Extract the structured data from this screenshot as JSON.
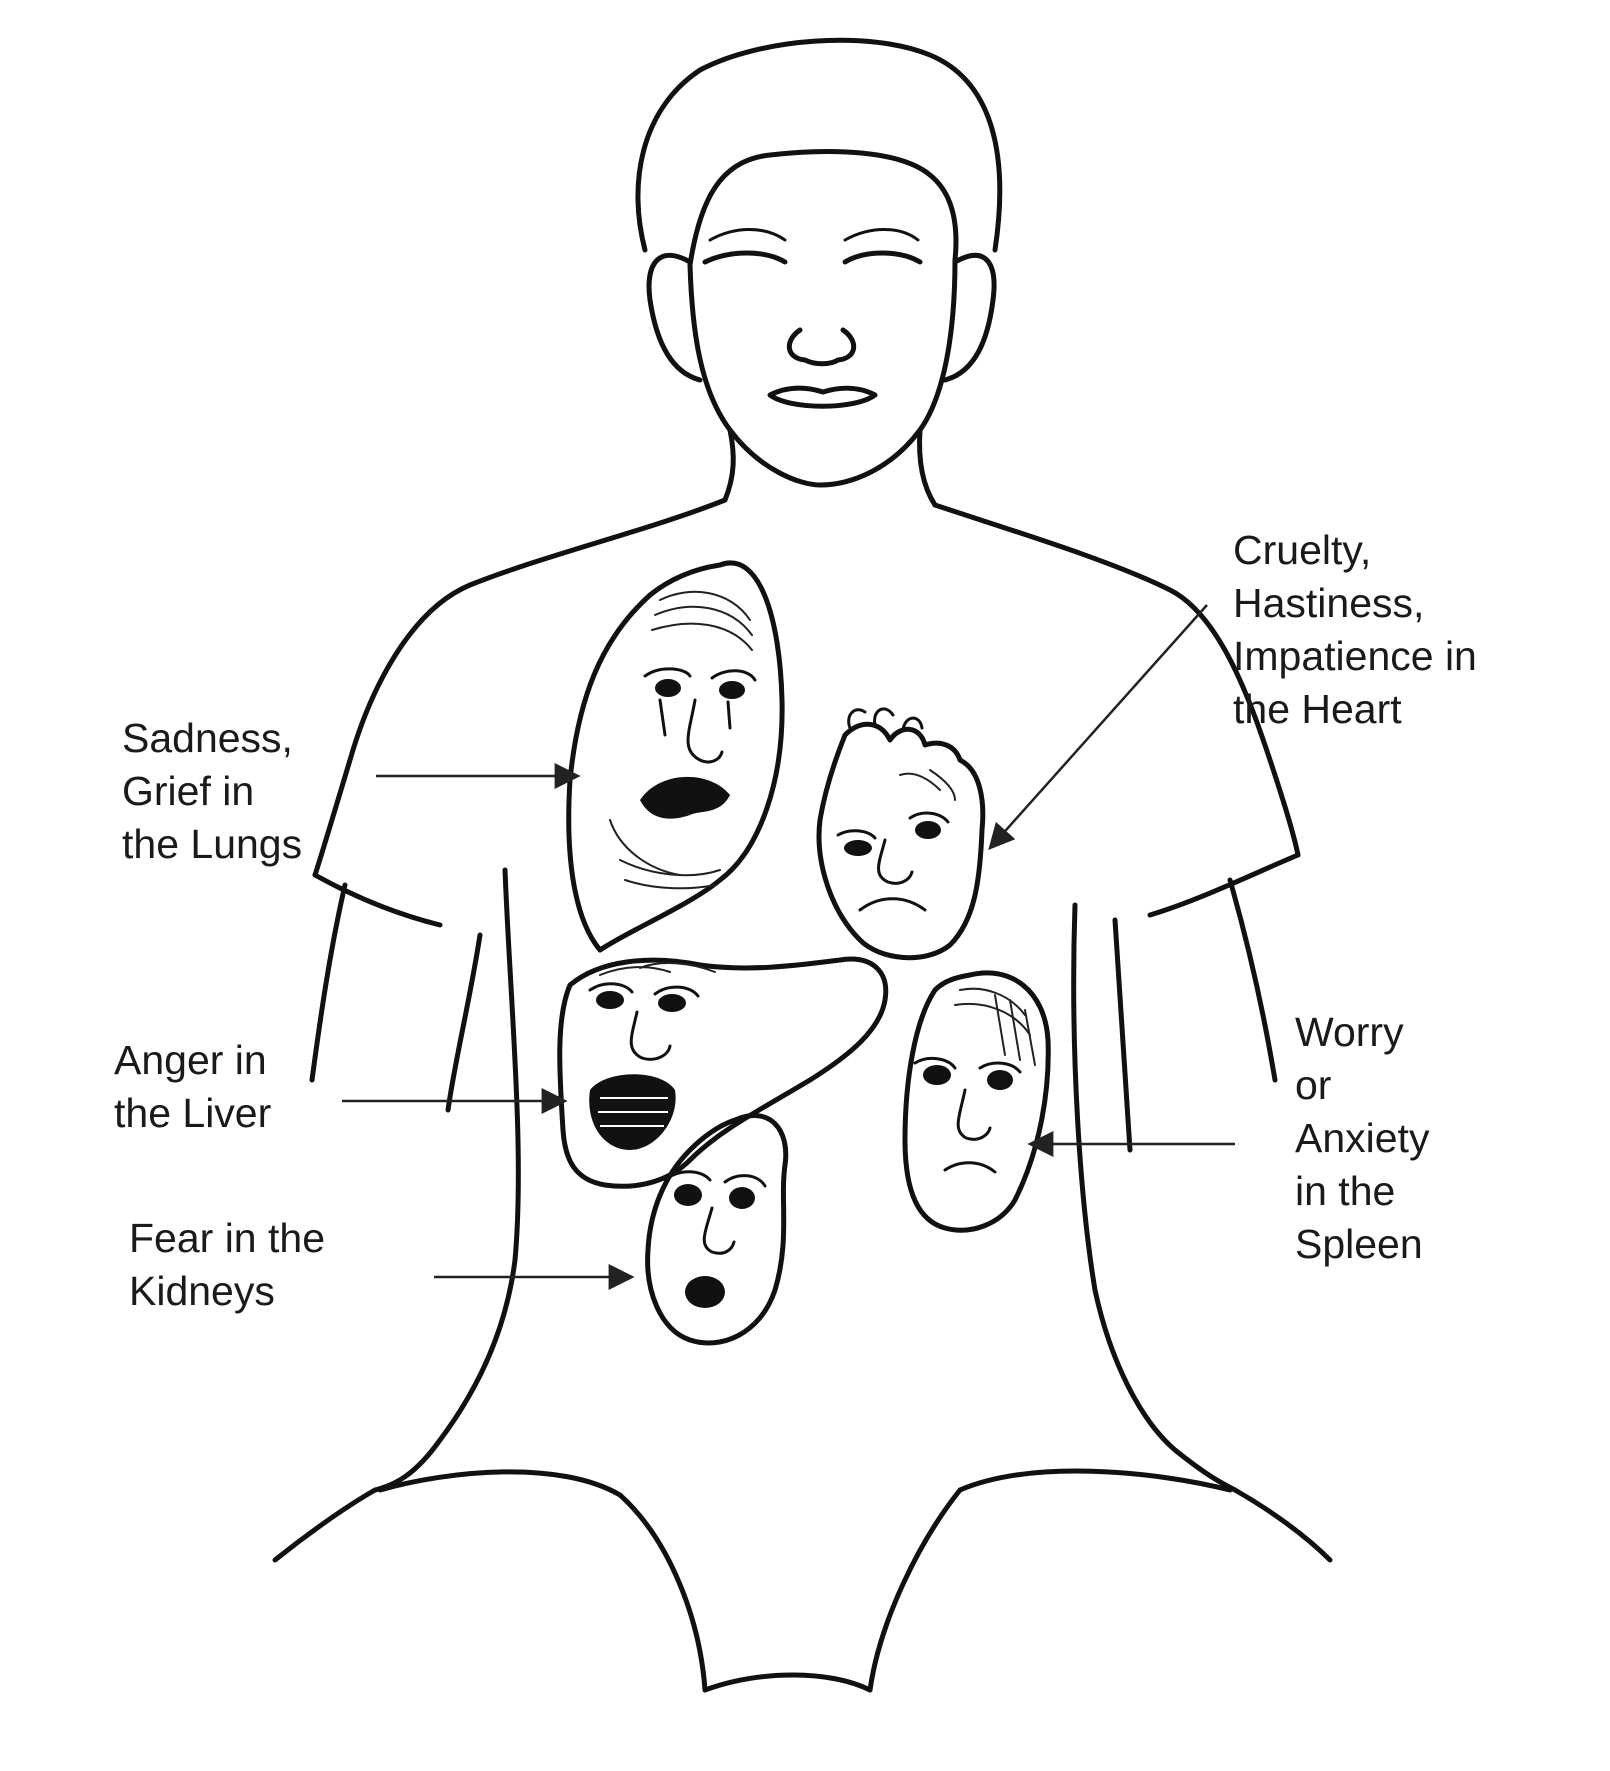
{
  "labels": {
    "lungs": [
      "Sadness,",
      "Grief in",
      "the Lungs"
    ],
    "heart": [
      "Cruelty,",
      "Hastiness,",
      "Impatience in",
      "the Heart"
    ],
    "liver": [
      "Anger in",
      "the Liver"
    ],
    "spleen": [
      "Worry",
      "or",
      "Anxiety",
      "in the",
      "Spleen"
    ],
    "kidneys": [
      "Fear in the",
      "Kidneys"
    ]
  }
}
